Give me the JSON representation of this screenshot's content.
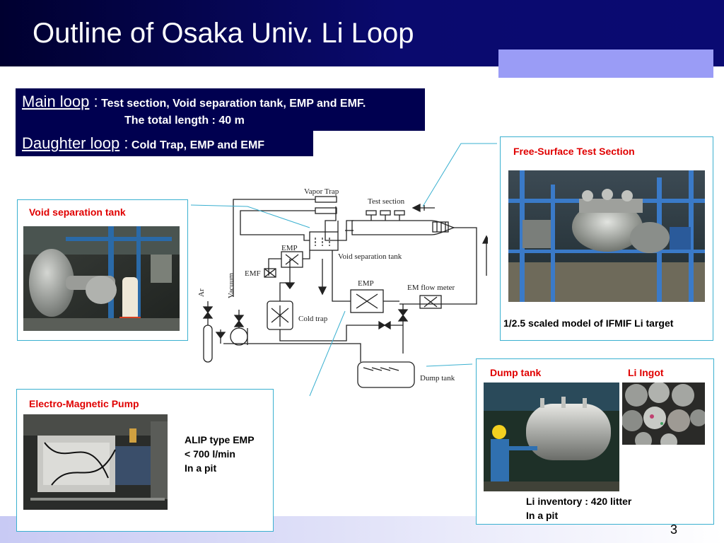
{
  "slide": {
    "title": "Outline of Osaka Univ. Li Loop",
    "page_number": "3"
  },
  "loops": {
    "main_label": "Main loop",
    "main_colon": " :",
    "main_text": " Test section, Void separation tank, EMP and EMF.",
    "main_text2": "The total length : 40 m",
    "daughter_label": "Daughter loop",
    "daughter_colon": " :",
    "daughter_text": " Cold Trap, EMP and EMF"
  },
  "panels": {
    "void_tank": {
      "caption": "Void separation tank"
    },
    "free_surface": {
      "caption": "Free-Surface Test Section",
      "note": "1/2.5 scaled model of  IFMIF Li target"
    },
    "emp": {
      "caption": "Electro-Magnetic Pump",
      "line1": "ALIP type EMP",
      "line2": "< 700 l/min",
      "line3": "In a pit"
    },
    "dump": {
      "caption_tank": "Dump tank",
      "caption_ingot": "Li Ingot",
      "line1": "Li inventory : 420 litter",
      "line2": "In a pit"
    }
  },
  "diagram": {
    "vapor_trap": "Vapor Trap",
    "test_section": "Test section",
    "emp_top": "EMP",
    "void_sep": "Void separation tank",
    "emf": "EMF",
    "emp_mid": "EMP",
    "em_flow": "EM flow meter",
    "cold_trap": "Cold trap",
    "dump_tank": "Dump tank",
    "ar": "Ar",
    "vacuum": "Vacuum"
  },
  "colors": {
    "title_bar": "#0a0a6e",
    "loop_box": "#000050",
    "accent": "#9a9cf6",
    "caption_red": "#e00000",
    "panel_border": "#3ab0d0"
  }
}
